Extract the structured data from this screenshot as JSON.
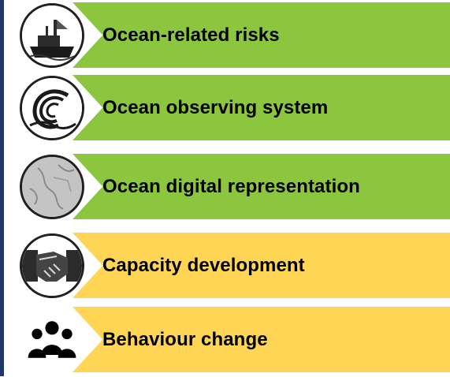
{
  "items": [
    {
      "label": "Ocean-related risks",
      "icon": "ship-icon",
      "color": "#8cc63f"
    },
    {
      "label": "Ocean observing system",
      "icon": "wave-icon",
      "color": "#8cc63f"
    },
    {
      "label": "Ocean digital representation",
      "icon": "map-icon",
      "color": "#8cc63f"
    },
    {
      "label": "Capacity development",
      "icon": "handshake-icon",
      "color": "#ffd555"
    },
    {
      "label": "Behaviour change",
      "icon": "people-icon",
      "color": "#ffd555"
    }
  ]
}
